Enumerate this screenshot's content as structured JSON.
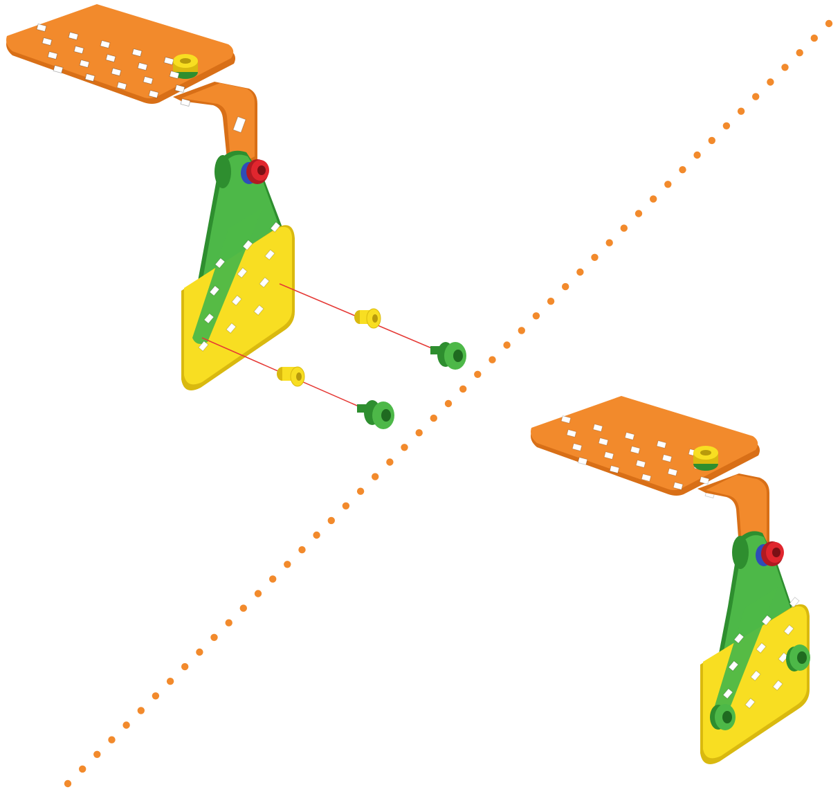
{
  "diagram": {
    "kind": "assembly-instruction",
    "steps": [
      {
        "name": "exploded-view",
        "parts": [
          "orange-l-bracket",
          "green-triangle-plate",
          "yellow-square-plate",
          "red-knob-nut",
          "yellow-small-nut",
          "green-screw",
          "yellow-collar",
          "green-screw",
          "yellow-collar"
        ]
      },
      {
        "name": "assembled-view",
        "parts": [
          "orange-l-bracket",
          "green-triangle-plate",
          "yellow-square-plate",
          "red-knob-nut",
          "yellow-small-nut",
          "green-screw",
          "green-screw"
        ]
      }
    ],
    "separator": "dotted-diagonal-line",
    "assembly_lines": 2
  },
  "colors": {
    "orange": "#F28A2C",
    "orange_dark": "#D86F17",
    "green": "#4DB848",
    "green_dark": "#2E8E2F",
    "yellow": "#F8DE22",
    "yellow_dark": "#D9B90F",
    "red": "#E0262E",
    "blue": "#2E4DB8",
    "line_red": "#E53935",
    "dot": "#F28A2C"
  }
}
